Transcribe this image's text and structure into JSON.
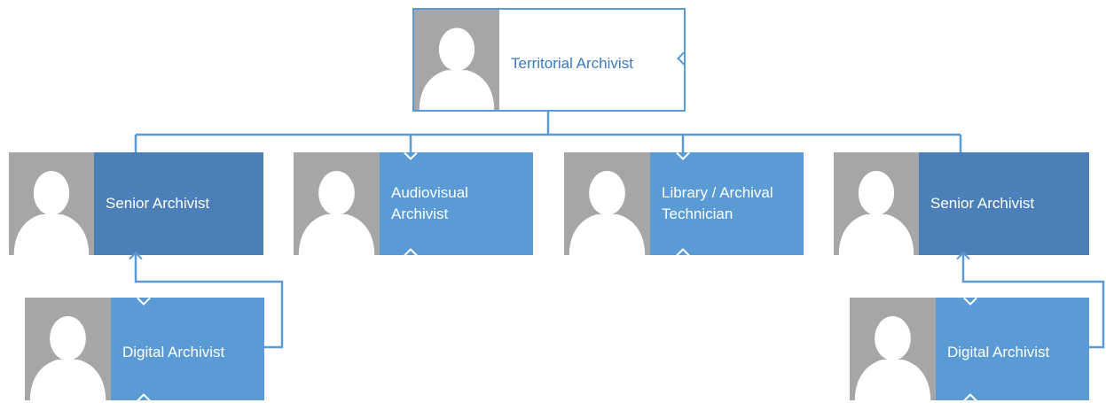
{
  "nodes": {
    "root": {
      "title": "Territorial Archivist",
      "style": "root"
    },
    "senior_left": {
      "title": "Senior Archivist",
      "style": "dark"
    },
    "audiovisual": {
      "title": "Audiovisual Archivist",
      "style": "light"
    },
    "technician": {
      "title": "Library / Archival Technician",
      "style": "light"
    },
    "senior_right": {
      "title": "Senior Archivist",
      "style": "dark"
    },
    "digital_left": {
      "title": "Digital Archivist",
      "style": "light"
    },
    "digital_right": {
      "title": "Digital Archivist",
      "style": "light"
    }
  },
  "edges": [
    {
      "from": "root",
      "to": "senior_left"
    },
    {
      "from": "root",
      "to": "audiovisual"
    },
    {
      "from": "root",
      "to": "technician"
    },
    {
      "from": "root",
      "to": "senior_right"
    },
    {
      "from": "senior_left",
      "to": "digital_left"
    },
    {
      "from": "senior_right",
      "to": "digital_right"
    }
  ],
  "colors": {
    "connector": "#5b9bd5",
    "root_fill": "#ffffff",
    "root_text": "#3a7bbf",
    "dark_fill": "#4a7fb8",
    "light_fill": "#5b9bd5",
    "placeholder_bg": "#a6a6a6",
    "placeholder_figure": "#ffffff"
  },
  "icons": {
    "photo": "person-placeholder-icon"
  }
}
